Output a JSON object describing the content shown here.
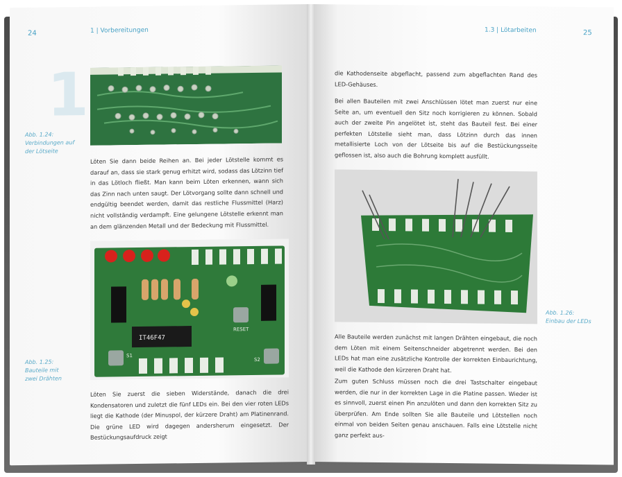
{
  "left_page": {
    "page_number": "24",
    "running_head": "1 | Vorbereitungen",
    "chapter_number": "1",
    "figure_1_24_caption": [
      "Abb. 1.24:",
      "Verbindungen auf",
      "der Lötseite"
    ],
    "figure_1_25_caption": [
      "Abb. 1.25:",
      "Bauteile mit",
      "zwei Drähten"
    ],
    "paragraph_1": "Löten Sie dann beide Reihen an. Bei jeder Lötstelle kommt es darauf an, dass sie stark genug erhitzt wird, sodass das Lötzinn tief in das Lötloch fließt. Man kann beim Löten erkennen, wann sich das Zinn nach unten saugt. Der Lötvorgang sollte dann schnell und endgültig beendet werden, damit das restliche Flussmittel (Harz) nicht vollständig verdampft. Eine gelungene Lötstelle erkennt man an dem glänzenden Metall und der Bedeckung mit Flussmittel.",
    "paragraph_2": "Löten Sie zuerst die sieben Widerstände, danach die drei Kondensatoren und zuletzt die fünf LEDs ein. Bei den vier roten LEDs liegt die Kathode (der Minuspol, der kürzere Draht) am Platinenrand. Die grüne LED wird dagegen andersherum eingesetzt. Der Bestückungsaufdruck zeigt"
  },
  "right_page": {
    "page_number": "25",
    "running_head": "1.3 | Lötarbeiten",
    "figure_1_26_caption": [
      "Abb. 1.26:",
      "Einbau der LEDs"
    ],
    "paragraph_1": "die Kathodenseite abgeflacht, passend zum abgeflachten Rand des LED-Gehäuses.",
    "paragraph_2": "Bei allen Bauteilen mit zwei Anschlüssen lötet man zuerst nur eine Seite an, um eventuell den Sitz noch korrigieren zu können. Sobald auch der zweite Pin angelötet ist, steht das Bauteil fest. Bei einer perfekten Lötstelle sieht man, dass Lötzinn durch das innen metallisierte Loch von der Lötseite bis auf die Bestückungsseite geflossen ist, also auch die Bohrung komplett ausfüllt.",
    "paragraph_3": "Alle Bauteile werden zunächst mit langen Drähten eingebaut, die noch dem Löten mit einem Seitenschneider abgetrennt werden. Bei den LEDs hat man eine zusätzliche Kontrolle der korrekten Einbaurichtung, weil die Kathode den kürzeren Draht hat.",
    "paragraph_4": "Zum guten Schluss müssen noch die drei Tastschalter eingebaut werden, die nur in der korrekten Lage in die Platine passen. Wieder ist es sinnvoll, zuerst einen Pin anzulöten und dann den korrekten Sitz zu überprüfen. Am Ende sollten Sie alle Bauteile und Lötstellen noch einmal von beiden Seiten genau anschauen. Falls eine Lötstelle nicht ganz perfekt aus-"
  },
  "pcb_silkscreen": {
    "chip_label": "IT46F47",
    "reset_label": "RESET",
    "s1": "S1",
    "s2": "S2"
  },
  "colors": {
    "accent": "#4aa3c6",
    "pcb_green": "#2f7a3a",
    "led_red": "#d8221c",
    "led_green": "#9bd08a"
  }
}
